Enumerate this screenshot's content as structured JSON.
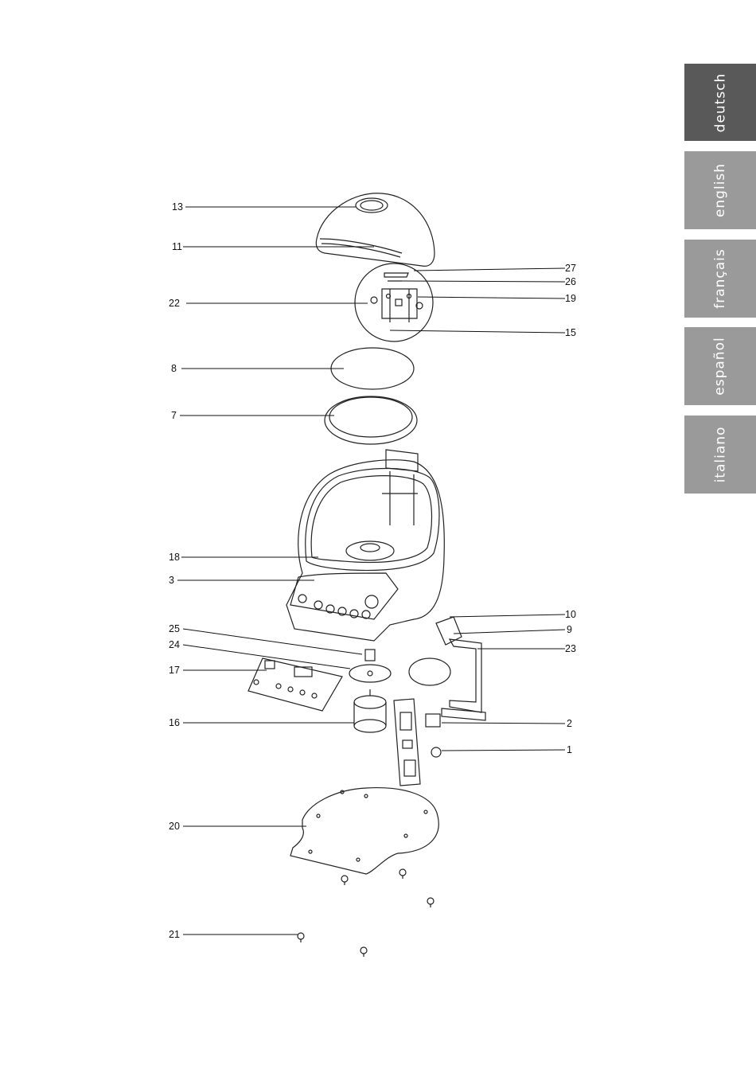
{
  "language_tabs": [
    {
      "label": "deutsch",
      "active": true
    },
    {
      "label": "english",
      "active": false
    },
    {
      "label": "français",
      "active": false
    },
    {
      "label": "español",
      "active": false
    },
    {
      "label": "italiano",
      "active": false
    }
  ],
  "colors": {
    "tab_active": "#595959",
    "tab_inactive": "#9a9a9a",
    "line": "#222222"
  },
  "part_labels": {
    "p13": "13",
    "p11": "11",
    "p22": "22",
    "p8": "8",
    "p7": "7",
    "p18": "18",
    "p3": "3",
    "p25": "25",
    "p24": "24",
    "p17": "17",
    "p16": "16",
    "p20": "20",
    "p21": "21",
    "p27": "27",
    "p26": "26",
    "p19": "19",
    "p15": "15",
    "p10": "10",
    "p9": "9",
    "p23": "23",
    "p2": "2",
    "p1": "1"
  }
}
